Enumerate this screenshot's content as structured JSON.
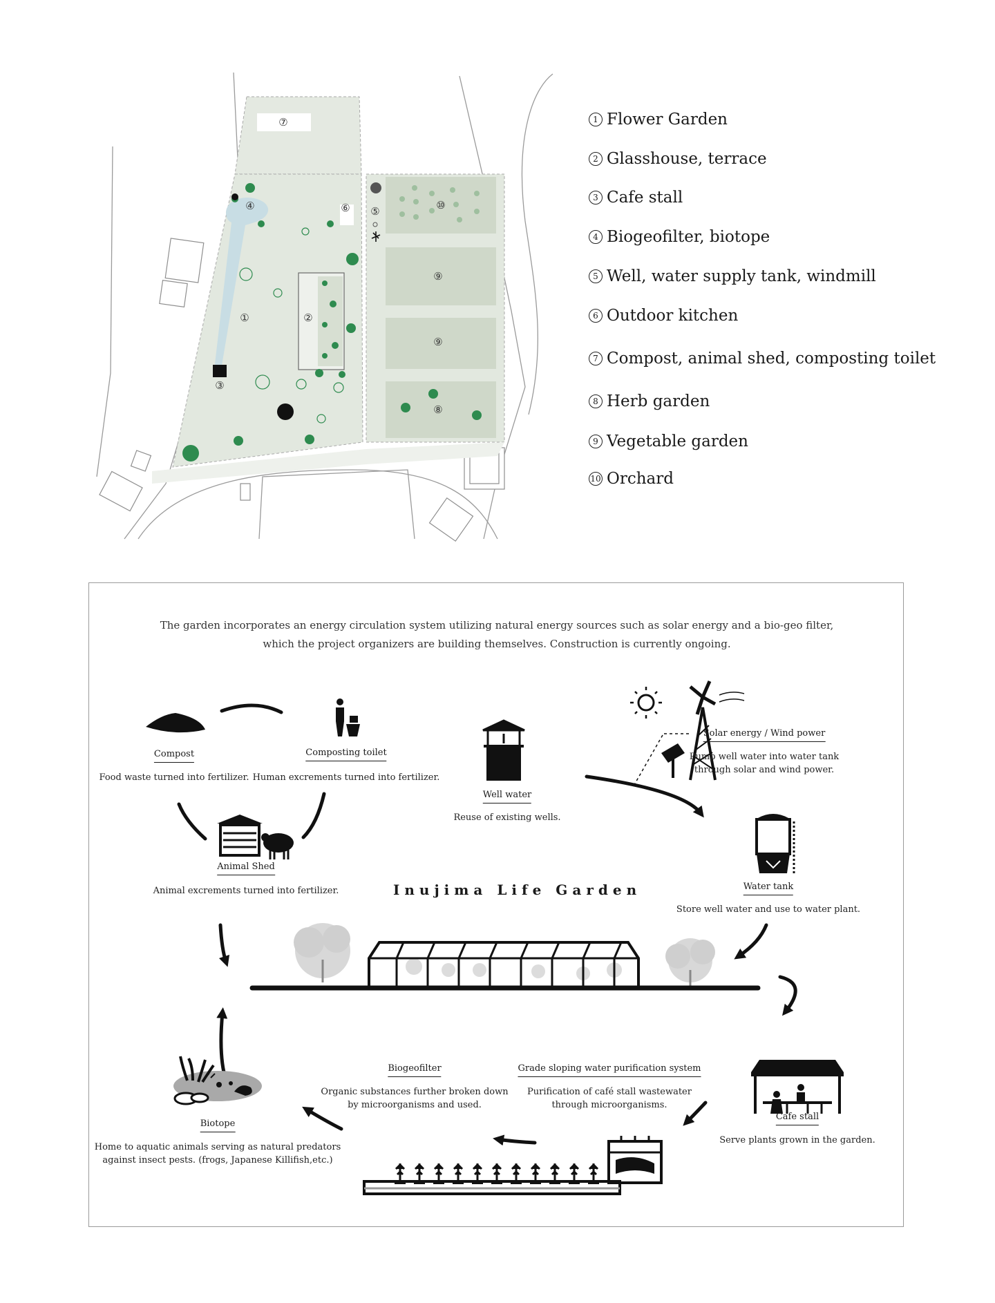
{
  "site_plan": {
    "zone_numbers": [
      "①",
      "②",
      "③",
      "④",
      "⑤",
      "⑥",
      "⑦",
      "⑧",
      "⑨",
      "⑩"
    ]
  },
  "legend": [
    {
      "num": "1",
      "label": "Flower Garden"
    },
    {
      "num": "2",
      "label": "Glasshouse, terrace"
    },
    {
      "num": "3",
      "label": "Cafe stall"
    },
    {
      "num": "4",
      "label": "Biogeofilter, biotope"
    },
    {
      "num": "5",
      "label": "Well, water supply tank, windmill"
    },
    {
      "num": "6",
      "label": "Outdoor kitchen"
    },
    {
      "num": "7",
      "label": "Compost, animal shed, composting toilet"
    },
    {
      "num": "8",
      "label": "Herb garden"
    },
    {
      "num": "9",
      "label": "Vegetable garden"
    },
    {
      "num": "10",
      "label": "Orchard"
    }
  ],
  "cycle": {
    "intro_line1": "The garden incorporates an energy circulation system utilizing natural energy sources such as solar energy and a bio-geo filter,",
    "intro_line2": "which the project organizers are building themselves. Construction is currently ongoing.",
    "garden_title": "Inujima Life Garden",
    "nodes": {
      "compost": {
        "title": "Compost",
        "desc": "Food waste turned into fertilizer."
      },
      "toilet": {
        "title": "Composting toilet",
        "desc": "Human excrements turned into fertilizer."
      },
      "shed": {
        "title": "Animal Shed",
        "desc": "Animal excrements turned into fertilizer."
      },
      "well": {
        "title": "Well water",
        "desc": "Reuse of existing wells."
      },
      "solar": {
        "title": "Solar energy / Wind power",
        "desc1": "Pump well water into water tank",
        "desc2": "through solar and wind power."
      },
      "tank": {
        "title": "Water tank",
        "desc": "Store well water and use to water plant."
      },
      "cafe": {
        "title": "Cafe stall",
        "desc": "Serve plants grown in the garden."
      },
      "grade": {
        "title": "Grade sloping water purification system",
        "desc1": "Purification of café stall wastewater",
        "desc2": "through microorganisms."
      },
      "biogeo": {
        "title": "Biogeofilter",
        "desc1": "Organic substances further broken down",
        "desc2": "by microorganisms and used."
      },
      "biotope": {
        "title": "Biotope",
        "desc1": "Home to aquatic animals serving as natural predators",
        "desc2": "against insect pests. (frogs, Japanese Killifish,etc.)"
      }
    }
  }
}
